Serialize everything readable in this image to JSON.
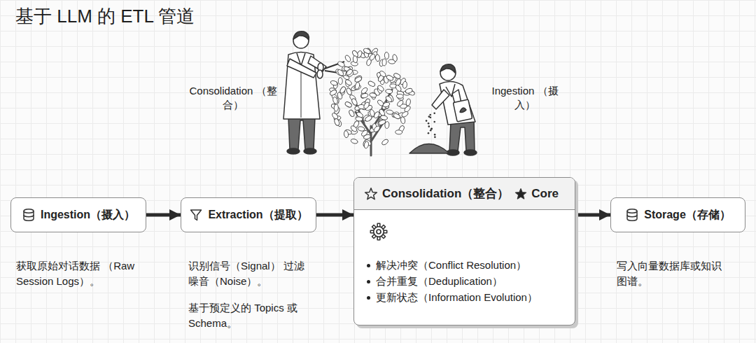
{
  "diagram": {
    "title": "基于 LLM 的 ETL 管道",
    "nodes": [
      {
        "text": [
          "Ingestion（摄入）",
          "获取原始对话数据 （Raw Session Logs）。"
        ]
      },
      {
        "text": [
          "Extraction（提取）",
          "识别信号（Signal） 过滤噪音（Noise）。",
          "基于预定义的 Topics 或 Schema。"
        ]
      },
      {
        "text": [
          "Consolidation（整合）",
          "Core",
          "解决冲突（Conflict Resolution）",
          "合并重复（Deduplication）",
          "更新状态（Information Evolution）"
        ]
      },
      {
        "text": [
          "Storage（存储）",
          "写入向量数据库或知识 图谱。"
        ]
      }
    ],
    "edges": [
      {
        "from": 0,
        "to": 1,
        "arrow": "to"
      },
      {
        "from": 1,
        "to": 2,
        "arrow": "to"
      },
      {
        "from": 2,
        "to": 3,
        "arrow": "to"
      }
    ],
    "labels": [
      "Consolidation （整合）",
      "Ingestion （摄入）"
    ]
  }
}
